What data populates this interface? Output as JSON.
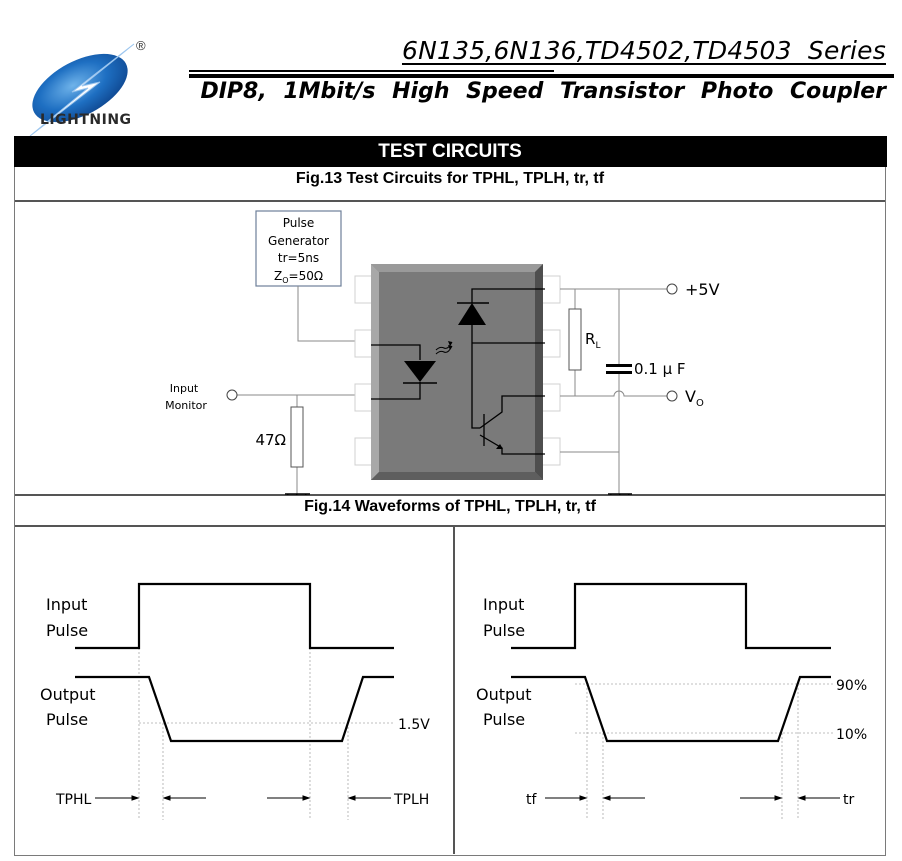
{
  "header": {
    "brand": "LIGHTNING",
    "registered_mark": "®",
    "title": "6N135,6N136,TD4502,TD4503  Series",
    "subtitle": "DIP8,  1Mbit/s  High  Speed  Transistor  Photo  Coupler"
  },
  "section": {
    "title": "TEST CIRCUITS"
  },
  "fig13": {
    "caption": "Fig.13 Test Circuits for TPHL, TPLH, tr, tf",
    "pulse_generator": {
      "line1": "Pulse",
      "line2": "Generator",
      "line3": "tr=5ns",
      "line4_prefix": "Z",
      "line4_sub": "O",
      "line4_suffix": "=50Ω"
    },
    "input_monitor_line1": "Input",
    "input_monitor_line2": "Monitor",
    "resistor_47": "47Ω",
    "rl_main": "R",
    "rl_sub": "L",
    "capacitor": "0.1 μ F",
    "vcc": "+5V",
    "vo_main": "V",
    "vo_sub": "O",
    "colors": {
      "package_body": "#7a7a7a",
      "package_bevel_light": "#a6a6a6",
      "package_bevel_dark": "#4a4a4a",
      "pulse_box_border": "#6d7f99",
      "wire": "#888888"
    }
  },
  "fig14": {
    "caption": "Fig.14 Waveforms of TPHL, TPLH, tr, tf",
    "left": {
      "input_label_1": "Input",
      "input_label_2": "Pulse",
      "output_label_1": "Output",
      "output_label_2": "Pulse",
      "threshold_label": "1.5V",
      "delay_hl_label": "TPHL",
      "delay_lh_label": "TPLH"
    },
    "right": {
      "input_label_1": "Input",
      "input_label_2": "Pulse",
      "output_label_1": "Output",
      "output_label_2": "Pulse",
      "high_threshold_label": "90%",
      "low_threshold_label": "10%",
      "fall_label": "tf",
      "rise_label": "tr"
    }
  }
}
